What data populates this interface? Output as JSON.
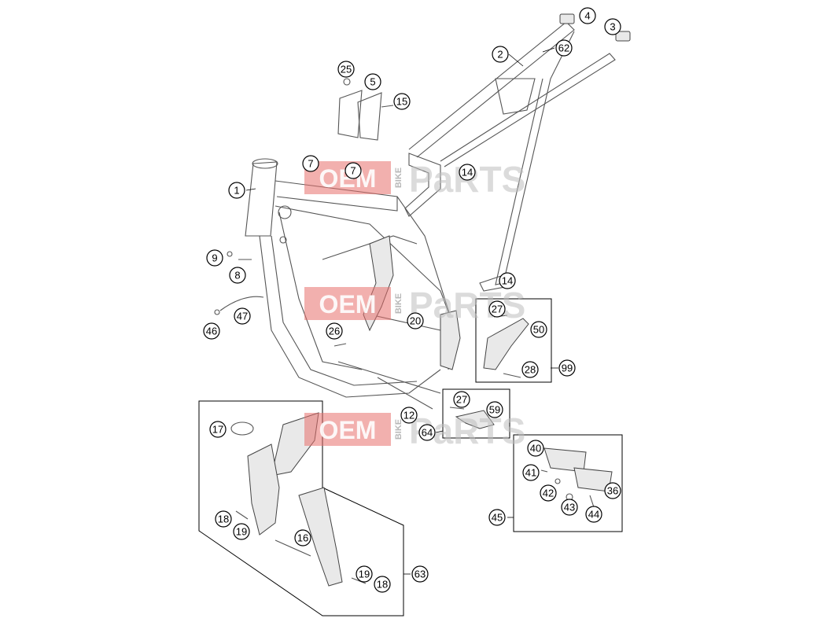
{
  "watermark": {
    "brand_left": "OEM",
    "brand_small": "BIKE",
    "brand_right": "PaRTS"
  },
  "callouts": [
    {
      "label": "1"
    },
    {
      "label": "2"
    },
    {
      "label": "3"
    },
    {
      "label": "4"
    },
    {
      "label": "5"
    },
    {
      "label": "7"
    },
    {
      "label": "7"
    },
    {
      "label": "8"
    },
    {
      "label": "9"
    },
    {
      "label": "12"
    },
    {
      "label": "14"
    },
    {
      "label": "14"
    },
    {
      "label": "15"
    },
    {
      "label": "16"
    },
    {
      "label": "17"
    },
    {
      "label": "18"
    },
    {
      "label": "18"
    },
    {
      "label": "19"
    },
    {
      "label": "19"
    },
    {
      "label": "20"
    },
    {
      "label": "25"
    },
    {
      "label": "26"
    },
    {
      "label": "27"
    },
    {
      "label": "27"
    },
    {
      "label": "28"
    },
    {
      "label": "36"
    },
    {
      "label": "40"
    },
    {
      "label": "41"
    },
    {
      "label": "42"
    },
    {
      "label": "43"
    },
    {
      "label": "44"
    },
    {
      "label": "45"
    },
    {
      "label": "46"
    },
    {
      "label": "47"
    },
    {
      "label": "50"
    },
    {
      "label": "59"
    },
    {
      "label": "62"
    },
    {
      "label": "63"
    },
    {
      "label": "64"
    },
    {
      "label": "99"
    }
  ]
}
